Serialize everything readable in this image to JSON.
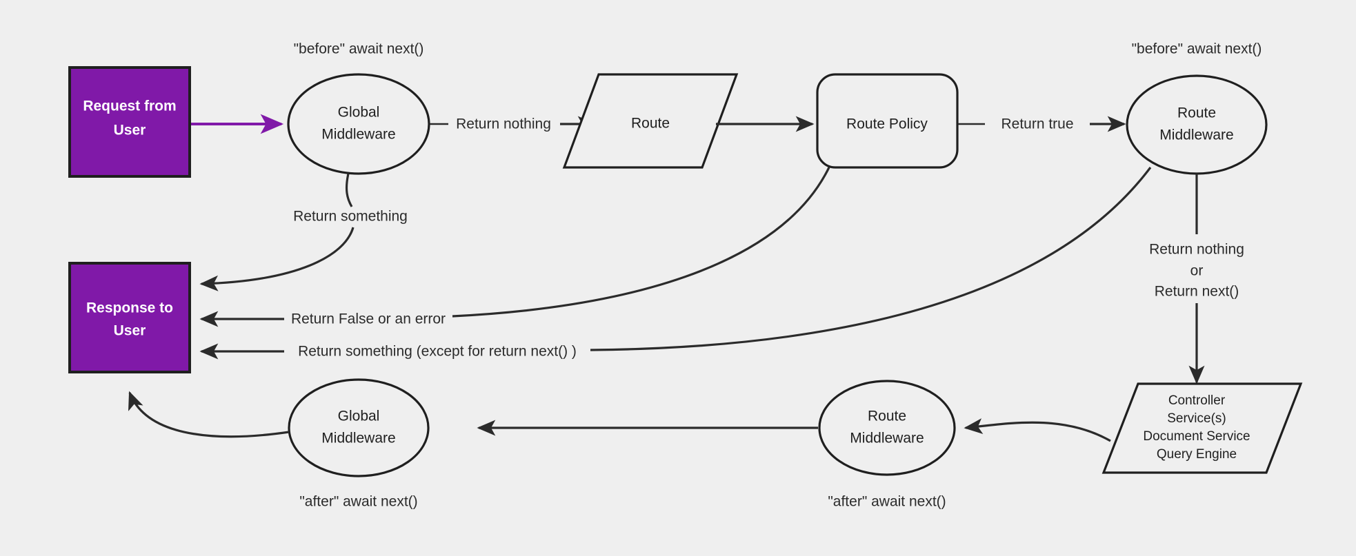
{
  "canvas": {
    "background_color": "#efefef",
    "accent_color": "#8019a8",
    "line_color": "#2b2b2b"
  },
  "nodes": {
    "request_from_user": {
      "label_line1": "Request from",
      "label_line2": "User",
      "shape": "rectangle",
      "fill": "#8019a8"
    },
    "response_to_user": {
      "label_line1": "Response to",
      "label_line2": "User",
      "shape": "rectangle",
      "fill": "#8019a8"
    },
    "global_middleware_before": {
      "label_line1": "Global",
      "label_line2": "Middleware",
      "shape": "ellipse"
    },
    "route": {
      "label": "Route",
      "shape": "parallelogram"
    },
    "route_policy": {
      "label": "Route Policy",
      "shape": "rounded-rectangle"
    },
    "route_middleware_before": {
      "label_line1": "Route",
      "label_line2": "Middleware",
      "shape": "ellipse"
    },
    "controller_stack": {
      "shape": "parallelogram",
      "lines": [
        "Controller",
        "Service(s)",
        "Document Service",
        "Query Engine"
      ]
    },
    "route_middleware_after": {
      "label_line1": "Route",
      "label_line2": "Middleware",
      "shape": "ellipse"
    },
    "global_middleware_after": {
      "label_line1": "Global",
      "label_line2": "Middleware",
      "shape": "ellipse"
    }
  },
  "annotations": {
    "before_global": "\"before\" await next()",
    "before_route_mw": "\"before\" await next()",
    "after_global": "\"after\" await next()",
    "after_route_mw": "\"after\" await next()"
  },
  "edges": {
    "request_to_global": "",
    "global_return_nothing": "Return nothing",
    "global_return_something": "Return something",
    "route_to_policy": "",
    "policy_return_true": "Return true",
    "policy_return_false": "Return False or an error",
    "route_mw_return_something": "Return something (except for return next() )",
    "route_mw_next_line1": "Return nothing",
    "route_mw_next_line2": "or",
    "route_mw_next_line3": "Return next()",
    "controller_to_route_mw_after": "",
    "route_mw_after_to_global_after": "",
    "global_after_to_response": ""
  }
}
